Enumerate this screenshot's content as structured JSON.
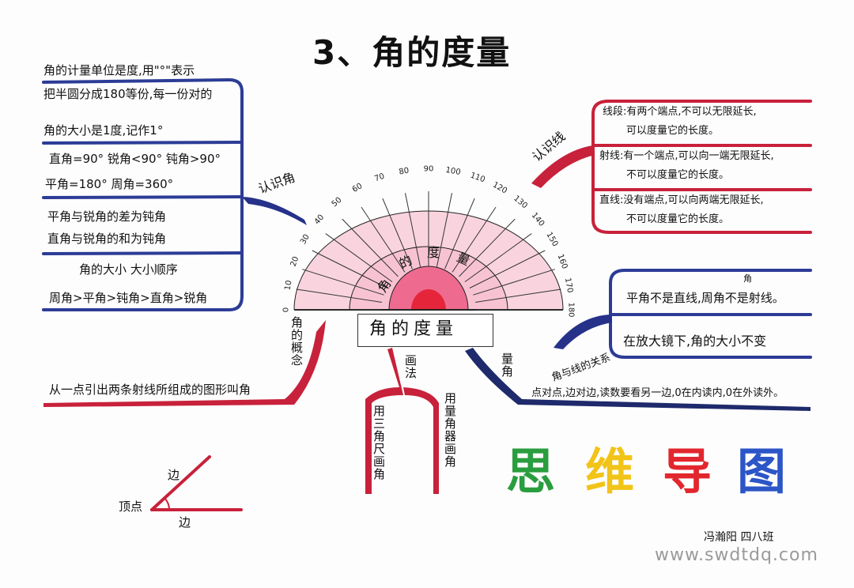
{
  "title": "3、角的度量",
  "center": {
    "label": "角的度量",
    "protractor_text": "角的度量",
    "protractor_text_chars": [
      "角",
      "的",
      "度",
      "量"
    ],
    "scale_labels": [
      "0",
      "10",
      "20",
      "30",
      "40",
      "50",
      "60",
      "70",
      "80",
      "90",
      "100",
      "110",
      "120",
      "130",
      "140",
      "150",
      "160",
      "170",
      "180"
    ]
  },
  "branches": {
    "recognize_angle": {
      "label": "认识角",
      "lines": [
        "角的计量单位是度,用\"°\"表示",
        "把半圆分成180等份,每一份对的",
        "角的大小是1度,记作1°",
        "直角=90° 锐角<90° 钝角>90°",
        "平角=180°   周角=360°",
        "平角与锐角的差为钝角",
        "直角与锐角的和为钝角",
        "角的大小   大小顺序",
        "周角>平角>钝角>直角>锐角"
      ]
    },
    "concept": {
      "label": "角的概念",
      "line": "从一点引出两条射线所组成的图形叫角"
    },
    "recognize_lines": {
      "label": "认识线",
      "lines": [
        "线段:有两个端点,不可以无限延长,",
        "可以度量它的长度。",
        "射线:有一个端点,可以向一端无限延长,",
        "不可以度量它的长度。",
        "直线:没有端点,可以向两端无限延长,",
        "不可以度量它的长度。"
      ]
    },
    "line_relation": {
      "label": "角与线的关系",
      "lines": [
        "平角不是直线,周角不是射线。",
        "在放大镜下,角的大小不变"
      ],
      "superscript": "角"
    },
    "measure": {
      "label": "量角",
      "line": "点对点,边对边,读数要看另一边,0在内读内,0在外读外。"
    },
    "draw": {
      "label": "画法",
      "left": "用三角尺画角",
      "right": "用量角器画角"
    }
  },
  "diagram": {
    "vertex": "顶点",
    "side1": "边",
    "side2": "边"
  },
  "art_title": [
    "思",
    "维",
    "导",
    "图"
  ],
  "art_colors": [
    "#2a9d3f",
    "#f2c318",
    "#e2262e",
    "#2c55c7"
  ],
  "author": "冯瀚阳  四八班",
  "watermark": "www.swdtdq.com",
  "colors": {
    "blue": "#2c3c96",
    "red": "#c8213b",
    "pink": "#ee6b8f",
    "navy": "#1e2a6b"
  }
}
